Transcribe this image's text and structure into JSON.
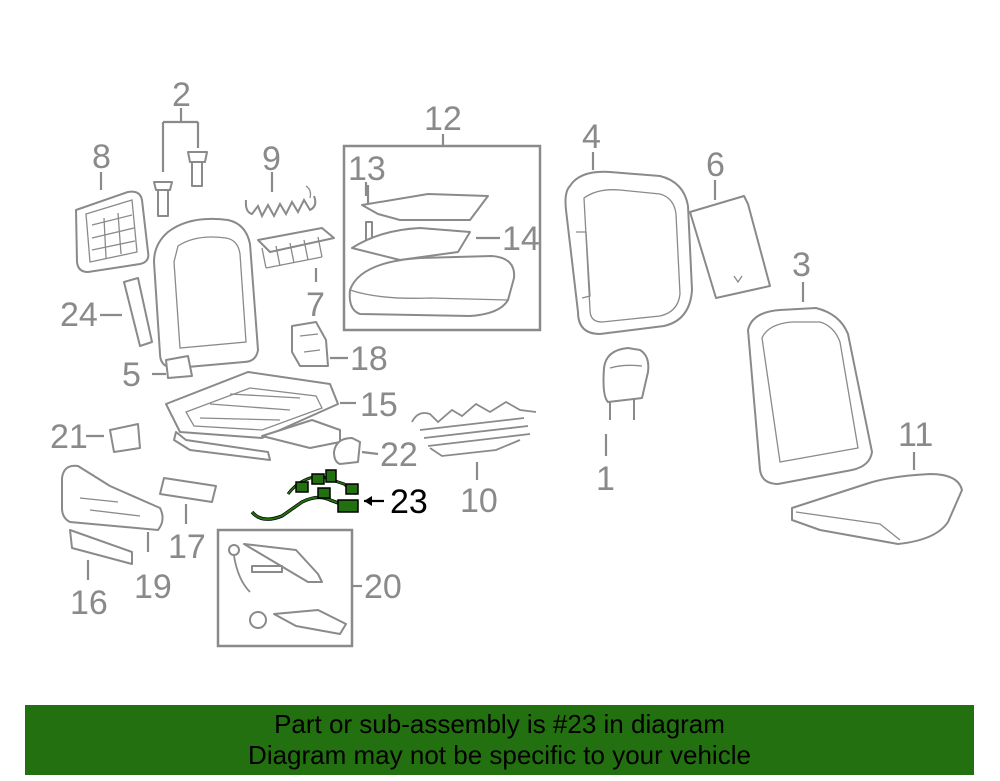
{
  "labels": {
    "l1": "1",
    "l2": "2",
    "l3": "3",
    "l4": "4",
    "l5": "5",
    "l6": "6",
    "l7": "7",
    "l8": "8",
    "l9": "9",
    "l10": "10",
    "l11": "11",
    "l12": "12",
    "l13": "13",
    "l14": "14",
    "l15": "15",
    "l16": "16",
    "l17": "17",
    "l18": "18",
    "l19": "19",
    "l20": "20",
    "l21": "21",
    "l22": "22",
    "l23": "23",
    "l24": "24"
  },
  "highlight": {
    "part": "23",
    "color": "#237010"
  },
  "banner": {
    "line1": "Part or sub-assembly is #23 in diagram",
    "line2": "Diagram may not be specific to your vehicle",
    "background": "#237010"
  }
}
